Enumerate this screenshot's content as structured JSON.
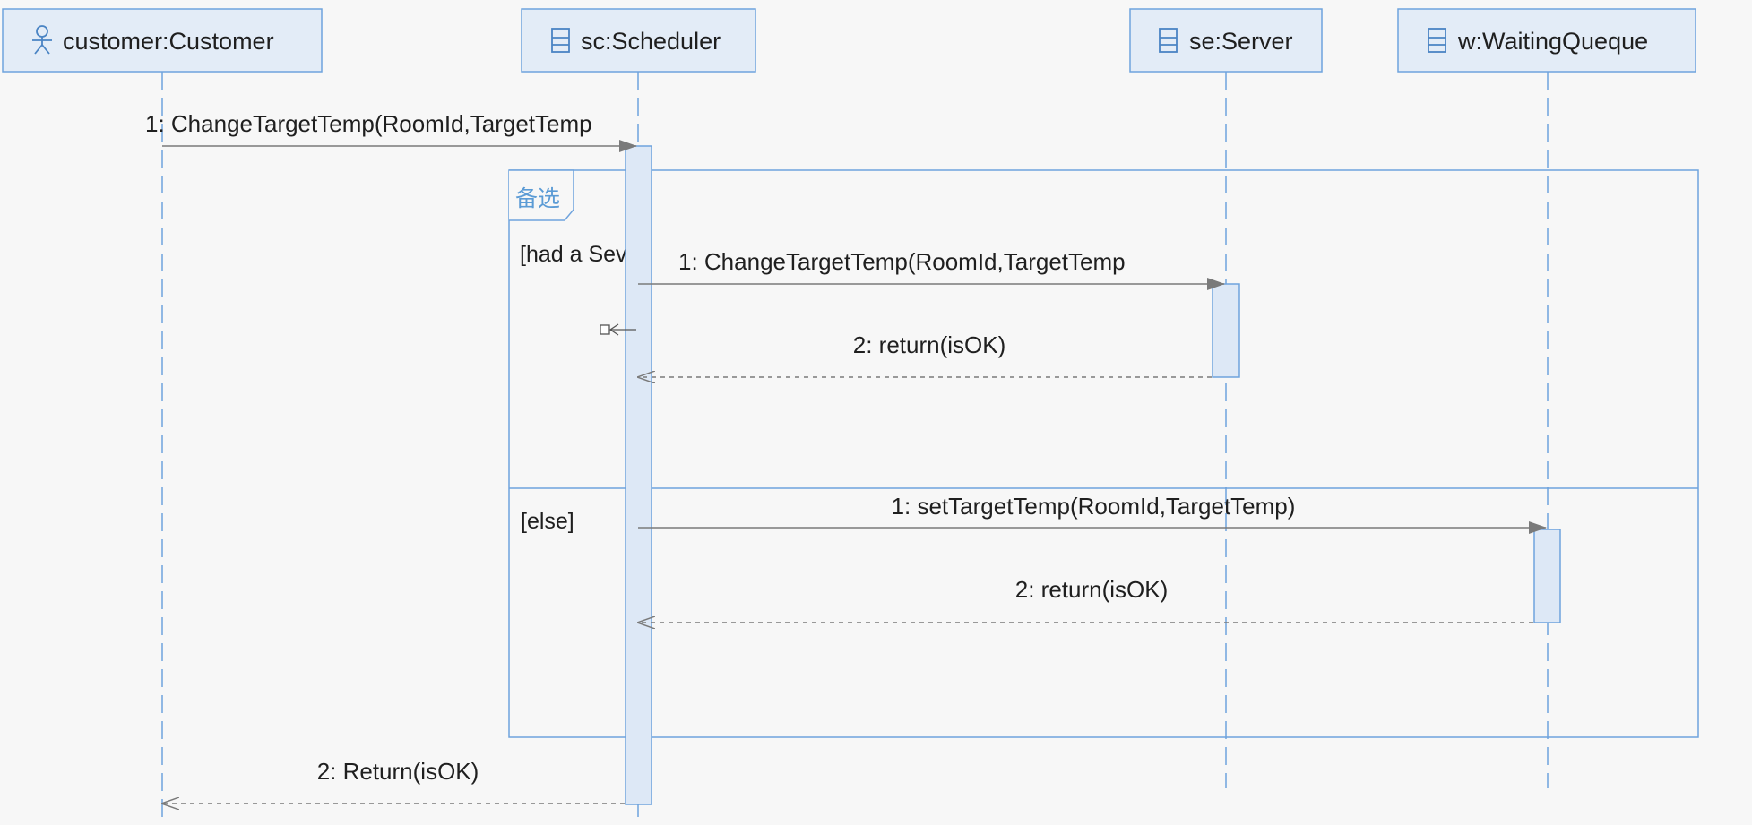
{
  "colors": {
    "background": "#f7f7f7",
    "box_fill": "#e3ecf7",
    "box_stroke": "#6fa3dd",
    "lifeline": "#6fa3dd",
    "activation_fill": "#dde8f6",
    "message": "#7a7a7a",
    "fragment": "#6fa3dd",
    "fragment_label": "#5b9bd5",
    "text": "#1f1f1f"
  },
  "participants": [
    {
      "id": "customer",
      "label": "customer:Customer",
      "icon": "actor-icon"
    },
    {
      "id": "sc",
      "label": "sc:Scheduler",
      "icon": "class-icon"
    },
    {
      "id": "se",
      "label": "se:Server",
      "icon": "class-icon"
    },
    {
      "id": "w",
      "label": "w:WaitingQueque",
      "icon": "class-icon"
    }
  ],
  "fragment": {
    "operator": "备选",
    "guards": [
      "[had a Sever]",
      "[else]"
    ]
  },
  "messages": [
    {
      "from": "customer",
      "to": "sc",
      "label": "1: ChangeTargetTemp(RoomId,TargetTemp",
      "kind": "call"
    },
    {
      "from": "sc",
      "to": "se",
      "label": "1: ChangeTargetTemp(RoomId,TargetTemp",
      "kind": "call"
    },
    {
      "from": "se",
      "to": "sc",
      "label": "2: return(isOK)",
      "kind": "reply"
    },
    {
      "from": "sc",
      "to": "w",
      "label": "1: setTargetTemp(RoomId,TargetTemp)",
      "kind": "call"
    },
    {
      "from": "w",
      "to": "sc",
      "label": "2: return(isOK)",
      "kind": "reply"
    },
    {
      "from": "sc",
      "to": "customer",
      "label": "2: Return(isOK)",
      "kind": "reply"
    }
  ]
}
